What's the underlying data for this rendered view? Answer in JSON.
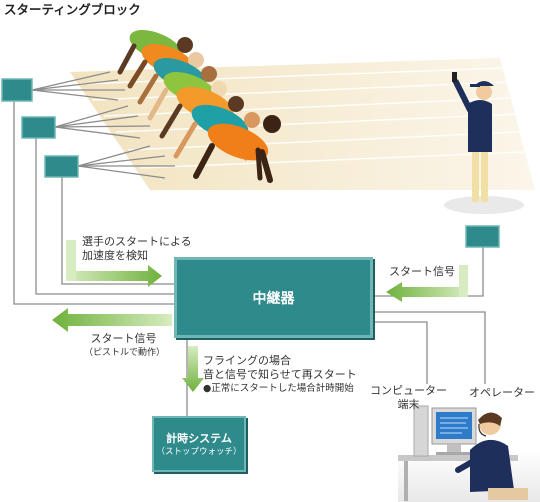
{
  "title": "スターティングブロック",
  "relay": {
    "label": "中継器"
  },
  "detect_label": [
    "選手のスタートによる",
    "加速度を検知"
  ],
  "start_signal_in": "スタート信号",
  "pistol_signal": {
    "label": "スタート信号",
    "sub": "（ピストルで動作）"
  },
  "flying_note": [
    "フライングの場合",
    "音と信号で知らせて再スタート",
    "●正常にスタートした場合計時開始"
  ],
  "timing_system": {
    "label": "計時システム",
    "sub": "（ストップウォッチ）"
  },
  "computer_label": [
    "コンピューター",
    "端末"
  ],
  "operator_label": "オペレーター",
  "colors": {
    "box": "#2f8a8c",
    "arrow": "#7ab648",
    "line": "#888888",
    "track": "#f3e6c8"
  }
}
